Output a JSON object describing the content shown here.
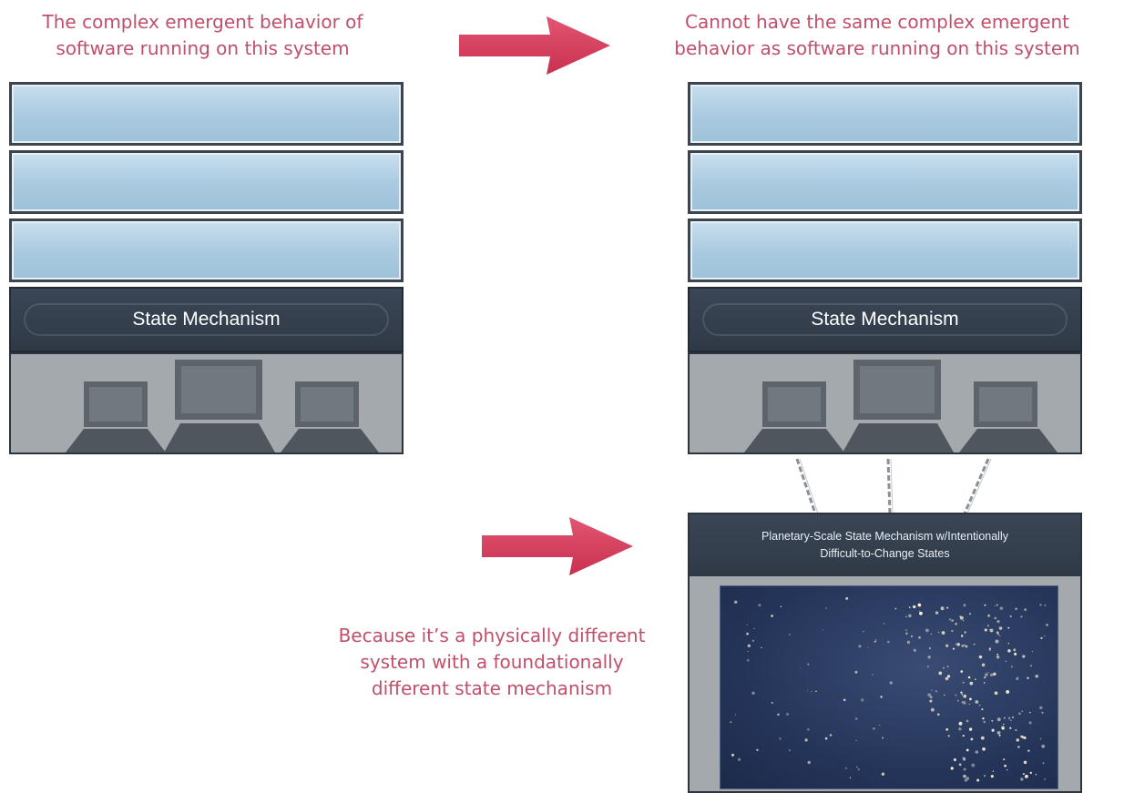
{
  "captions": {
    "left": [
      "The complex emergent behavior of",
      "software running on this system"
    ],
    "right": [
      "Cannot have the same complex emergent",
      "behavior as software running on this system"
    ],
    "bottom": [
      "Because it’s a physically different",
      "system with a foundationally",
      "different state mechanism"
    ]
  },
  "left_stack": {
    "state_label": "State Mechanism"
  },
  "right_stack": {
    "state_label": "State Mechanism"
  },
  "planet": {
    "title_line1": "Planetary-Scale State Mechanism w/Intentionally",
    "title_line2": "Difficult-to-Change States"
  },
  "colors": {
    "caption_text": "#c0506a",
    "arrow": "#d63a5a",
    "layer_fill": "#a9c9df",
    "state_band": "#343e4c"
  },
  "icons": [
    "arrow-right-icon",
    "computer-icon",
    "chain-link-icon",
    "night-lights-map"
  ]
}
